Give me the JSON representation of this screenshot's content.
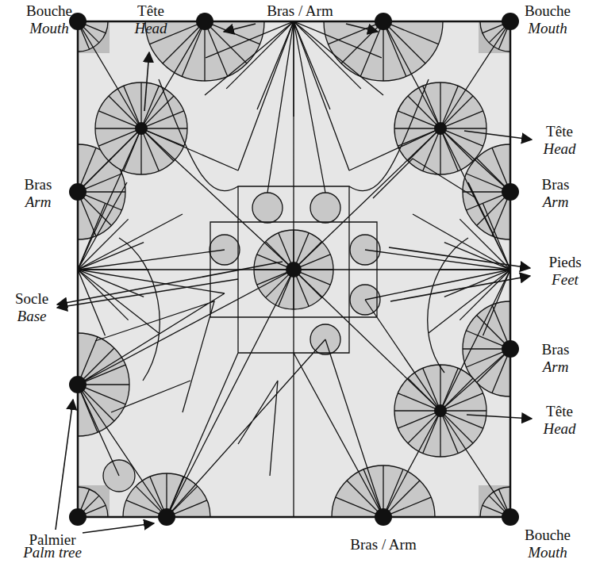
{
  "diagram": {
    "labels": [
      "Bouche",
      "Mouth",
      "Tête",
      "Head",
      "Bras / Arm",
      "Bouche",
      "Mouth",
      "Tête",
      "Head",
      "Bras",
      "Arm",
      "Bras",
      "Arm",
      "Pieds",
      "Feet",
      "Socle",
      "Base",
      "Bras",
      "Arm",
      "Tête",
      "Head",
      "Palmier",
      "Palm tree",
      "Bras / Arm",
      "Bouche",
      "Mouth"
    ]
  }
}
